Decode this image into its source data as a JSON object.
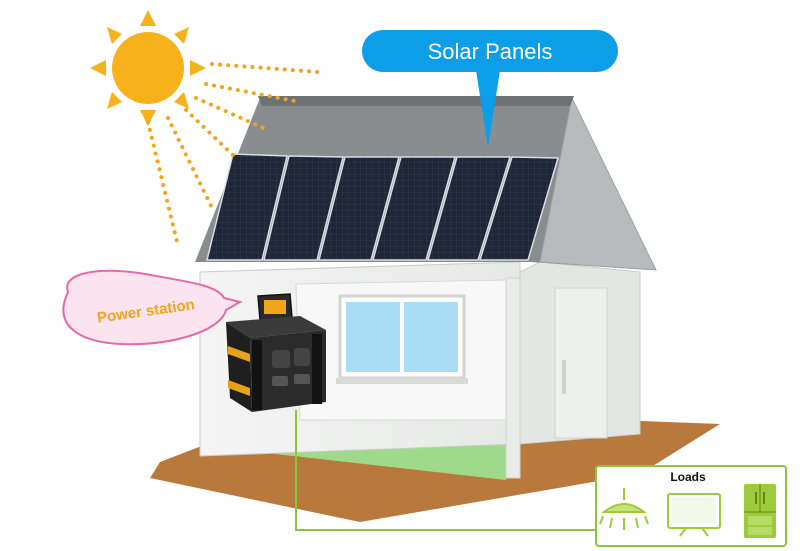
{
  "labels": {
    "solar_panels": "Solar Panels",
    "power_station": "Power station",
    "loads": "Loads"
  },
  "colors": {
    "sun": "#f7b21b",
    "sun_rays": "#f3a51d",
    "callout_blue": "#0c9ee6",
    "callout_pink": "#e46ba8",
    "callout_pink_fill": "#fbe3ef",
    "power_station_text": "#f2a51b",
    "wire_green": "#8cc63f",
    "lawn_green": "#9fd98a",
    "ground_brown": "#b9793d",
    "house_wall": "#eef0ee",
    "roof_gray": "#8a8d8f",
    "panel_dark": "#1b2330"
  },
  "icons": [
    "sun-icon",
    "solar-panel-icon",
    "power-station-icon",
    "ceiling-lamp-icon",
    "tv-monitor-icon",
    "refrigerator-icon"
  ]
}
